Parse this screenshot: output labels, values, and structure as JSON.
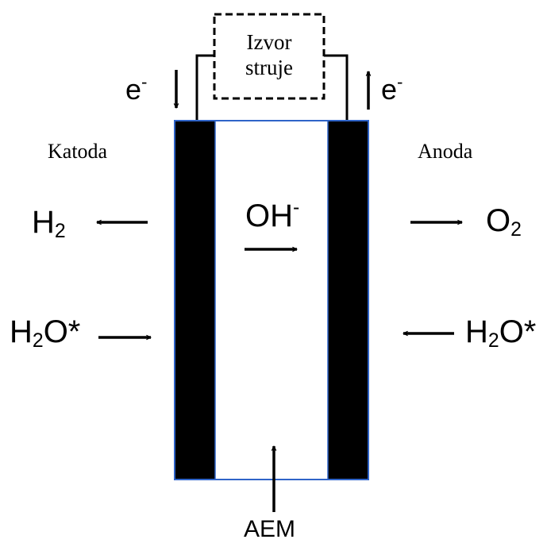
{
  "power_source": {
    "line1": "Izvor",
    "line2": "struje"
  },
  "electron": {
    "base": "e",
    "sup": "-"
  },
  "cathode": {
    "label": "Katoda"
  },
  "anode": {
    "label": "Anoda"
  },
  "hydrogen": {
    "base": "H",
    "sub": "2"
  },
  "oxygen": {
    "base": "O",
    "sub": "2"
  },
  "hydroxide": {
    "base": "OH",
    "sup": "-"
  },
  "water_left": {
    "base": "H",
    "sub": "2",
    "rest": "O*"
  },
  "water_right": {
    "base": "H",
    "sub": "2",
    "rest": "O*"
  },
  "membrane": {
    "label": "AEM"
  },
  "colors": {
    "electrode": "#000000",
    "cell_border": "#2f64c8",
    "line": "#000000"
  }
}
